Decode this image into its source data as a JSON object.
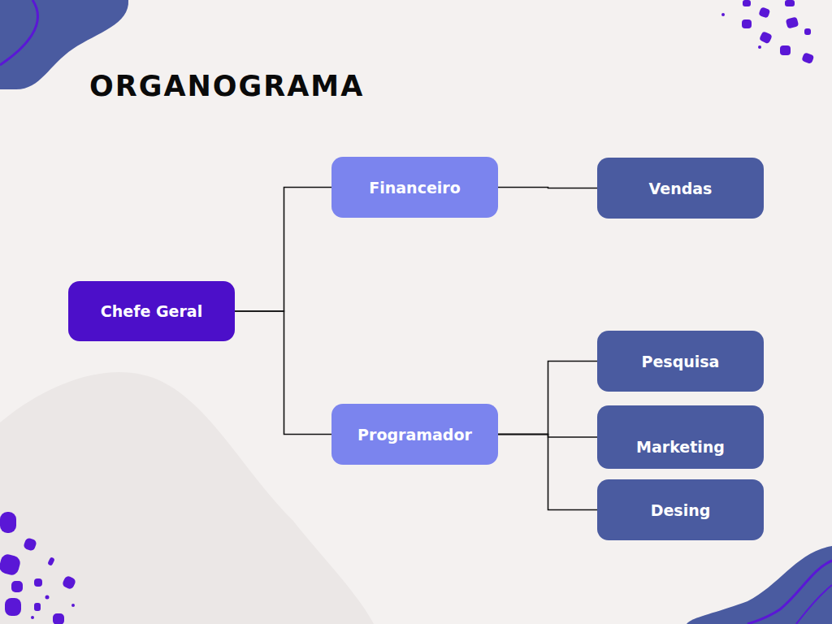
{
  "diagram": {
    "title": "ORGANOGRAMA",
    "nodes": [
      {
        "text": [
          "Chefe Geral"
        ]
      },
      {
        "text": [
          "Financeiro"
        ]
      },
      {
        "text": [
          "Programador"
        ]
      },
      {
        "text": [
          "Vendas"
        ]
      },
      {
        "text": [
          "Pesquisa"
        ]
      },
      {
        "text": [
          "Marketing"
        ]
      },
      {
        "text": [
          "Desing"
        ]
      }
    ],
    "edges": [
      {
        "from": 0,
        "to": 1,
        "arrow": "none"
      },
      {
        "from": 0,
        "to": 2,
        "arrow": "none"
      },
      {
        "from": 1,
        "to": 3,
        "arrow": "none"
      },
      {
        "from": 2,
        "to": 4,
        "arrow": "none"
      },
      {
        "from": 2,
        "to": 5,
        "arrow": "none"
      },
      {
        "from": 2,
        "to": 6,
        "arrow": "none"
      }
    ]
  }
}
